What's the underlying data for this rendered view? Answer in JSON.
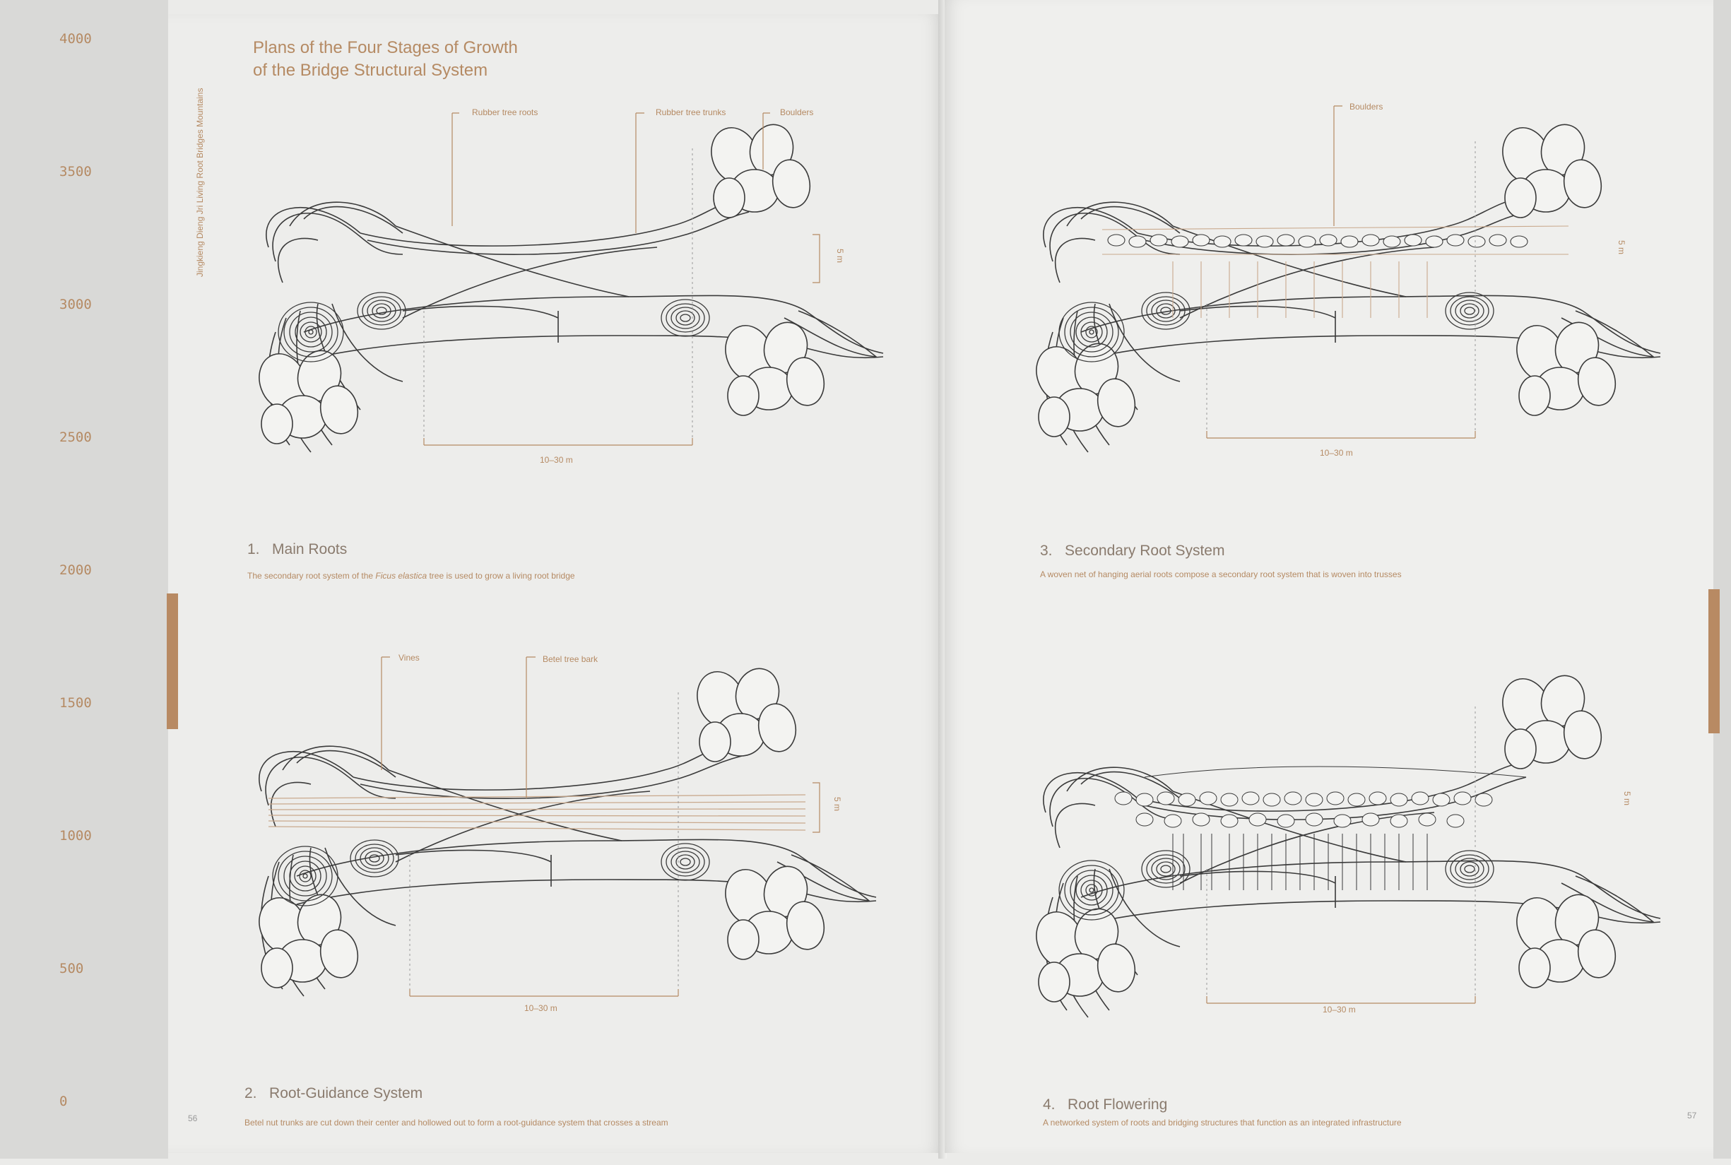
{
  "scale_ticks": [
    "4000",
    "3500",
    "3000",
    "2500",
    "2000",
    "1500",
    "1000",
    "500",
    "0"
  ],
  "left_page": {
    "title_line1": "Plans of the Four Stages of Growth",
    "title_line2": "of the Bridge Structural System",
    "running_head": "Jingkieng Dieng Jri Living Root Bridges   Mountains",
    "page_number": "56"
  },
  "right_page": {
    "page_number": "57"
  },
  "stages": [
    {
      "number": "1.",
      "title": "Main Roots",
      "desc_pre": "The secondary root system of the ",
      "desc_em": "Ficus elastica",
      "desc_post": " tree is used to grow a living root bridge",
      "callouts": [
        "Rubber tree roots",
        "Rubber tree trunks",
        "Boulders"
      ],
      "span": "10–30 m",
      "width": "5 m"
    },
    {
      "number": "2.",
      "title": "Root-Guidance System",
      "desc": "Betel nut trunks are cut down their center and hollowed out to form a root-guidance system that crosses a stream",
      "callouts": [
        "Vines",
        "Betel tree bark"
      ],
      "span": "10–30 m",
      "width": "5 m"
    },
    {
      "number": "3.",
      "title": "Secondary Root System",
      "desc": "A woven net of hanging aerial roots compose a secondary root system that is woven into trusses",
      "callouts": [
        "Boulders"
      ],
      "span": "10–30 m",
      "width": "5 m"
    },
    {
      "number": "4.",
      "title": "Root Flowering",
      "desc": "A networked system of roots and bridging structures that function as an integrated infrastructure",
      "span": "10–30 m",
      "width": "5 m"
    }
  ],
  "colors": {
    "accent": "#b58a63",
    "line": "#3a3a3a",
    "paper": "#ededeb"
  }
}
